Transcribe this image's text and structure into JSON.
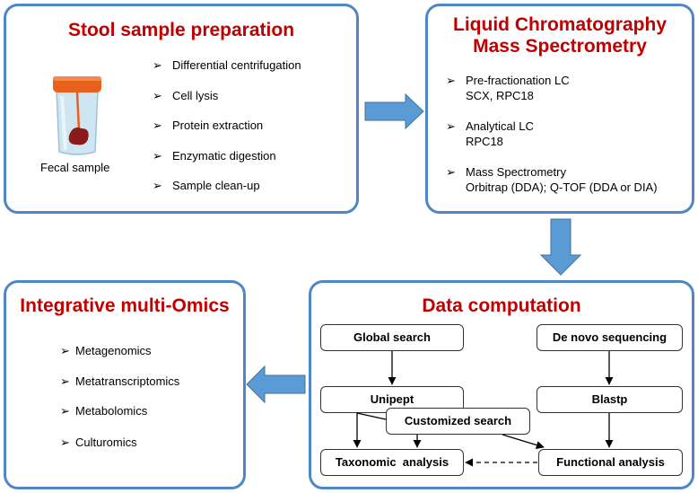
{
  "colors": {
    "panel_border": "#4f86c6",
    "title_red": "#c00000",
    "arrow_fill": "#5b9bd5",
    "jar_lid": "#e8611c",
    "jar_body": "#cfe6f2",
    "stool": "#8b1a1a"
  },
  "bullet_glyph": "➢",
  "stool_panel": {
    "title": "Stool sample preparation",
    "image_label": "Fecal sample",
    "image_icon": "specimen-jar-icon",
    "steps": [
      "Differential centrifugation",
      "Cell lysis",
      "Protein extraction",
      "Enzymatic digestion",
      "Sample clean-up"
    ]
  },
  "lcms_panel": {
    "title_line1": "Liquid Chromatography",
    "title_line2": "Mass Spectrometry",
    "items": [
      {
        "heading": "Pre-fractionation LC",
        "detail": "SCX, RPC18"
      },
      {
        "heading": "Analytical LC",
        "detail": "RPC18"
      },
      {
        "heading": "Mass Spectrometry",
        "detail": "Orbitrap (DDA); Q-TOF (DDA or DIA)"
      }
    ]
  },
  "omics_panel": {
    "title": "Integrative multi-Omics",
    "items": [
      "Metagenomics",
      "Metatranscriptomics",
      "Metabolomics",
      "Culturomics"
    ]
  },
  "computation_panel": {
    "title": "Data computation",
    "nodes": {
      "global_search": "Global search",
      "de_novo": "De novo sequencing",
      "unipept": "Unipept",
      "blastp": "Blastp",
      "customized_search": "Customized search",
      "taxonomic": "Taxonomic  analysis",
      "functional": "Functional analysis"
    }
  }
}
